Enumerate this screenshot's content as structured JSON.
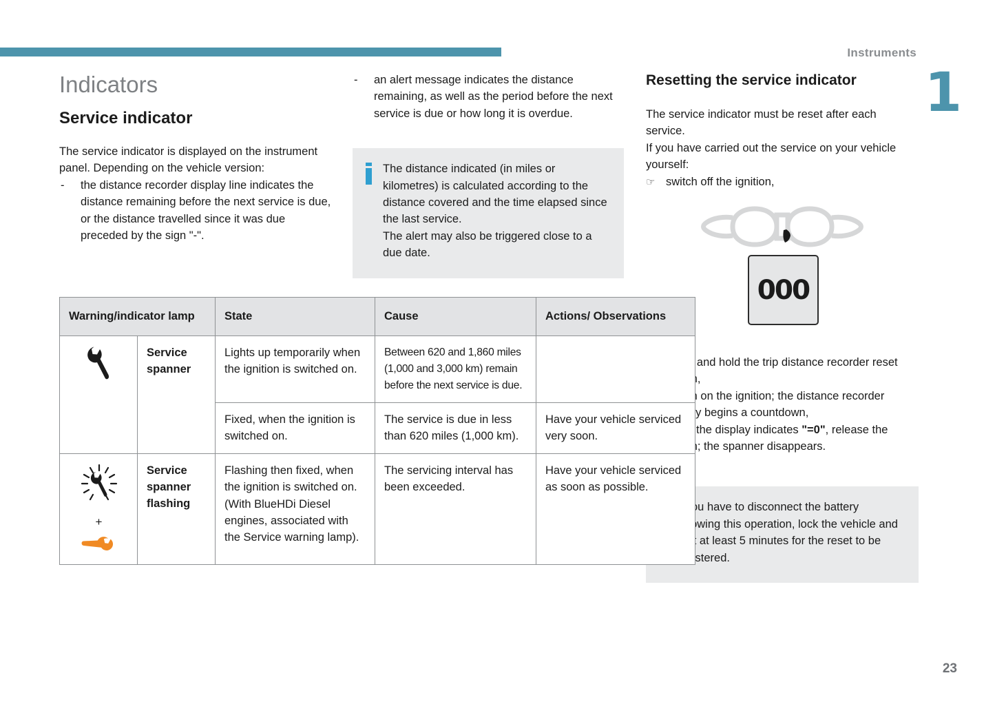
{
  "header": {
    "section": "Instruments",
    "chapter_number": "1",
    "page_number": "23",
    "accent_color": "#4d94ac"
  },
  "left_column": {
    "title": "Indicators",
    "subtitle": "Service indicator",
    "intro": "The service indicator is displayed on the instrument panel. Depending on the vehicle version:",
    "bullets": [
      {
        "marker": "-",
        "text": "the distance recorder display line indicates the distance remaining before the next service is due, or the distance travelled since it was due preceded by the sign \"-\"."
      }
    ]
  },
  "middle_column": {
    "bullets": [
      {
        "marker": "-",
        "text": "an alert message indicates the distance remaining, as well as the period before the next service is due or how long it is overdue."
      }
    ],
    "info_box": {
      "icon": "info-icon",
      "paragraphs": [
        "The distance indicated (in miles or kilometres) is calculated according to the distance covered and the time elapsed since the last service.",
        "The alert may also be triggered close to a due date."
      ]
    }
  },
  "right_column": {
    "subtitle": "Resetting the service indicator",
    "intro": "The service indicator must be reset after each service.",
    "intro2": "If you have carried out the service on your vehicle yourself:",
    "steps_before": [
      {
        "marker": "☞",
        "text": "switch off the ignition,"
      }
    ],
    "illustration": {
      "name": "instrument-cluster-illustration",
      "display_value": "000"
    },
    "steps_after": [
      {
        "marker": "☞",
        "text_before": "press and hold the trip distance recorder reset button,",
        "bold": "",
        "text_after": ""
      },
      {
        "marker": "☞",
        "text_before": "switch on the ignition; the distance recorder display begins a countdown,",
        "bold": "",
        "text_after": ""
      },
      {
        "marker": "☞",
        "text_before": "when the display indicates ",
        "bold": "\"=0\"",
        "text_after": ", release the button; the spanner disappears."
      }
    ],
    "info_box": {
      "icon": "info-icon",
      "paragraphs": [
        "If you have to disconnect the battery following this operation, lock the vehicle and wait at least 5 minutes for the reset to be registered."
      ]
    }
  },
  "table": {
    "headers": [
      "Warning/indicator lamp",
      "State",
      "Cause",
      "Actions/ Observations"
    ],
    "rows": [
      {
        "icon": "spanner-icon",
        "lamp_name": "Service spanner",
        "state": "Lights up temporarily when the ignition is switched on.",
        "cause": "Between 620 and 1,860 miles (1,000 and 3,000 km) remain before the next service is due.",
        "actions": ""
      },
      {
        "icon": "",
        "lamp_name": "",
        "state": "Fixed, when the ignition is switched on.",
        "cause": "The service is due in less than 620 miles (1,000 km).",
        "actions": "Have your vehicle serviced very soon."
      },
      {
        "icon": "spanner-flashing-icon",
        "lamp_name": "Service spanner flashing",
        "state": "Flashing then fixed, when the ignition is switched on. (With BlueHDi Diesel engines, associated with the Service warning lamp).",
        "cause": "The servicing interval has been exceeded.",
        "actions": "Have your vehicle serviced as soon as possible."
      }
    ],
    "plus_sign": "+"
  }
}
